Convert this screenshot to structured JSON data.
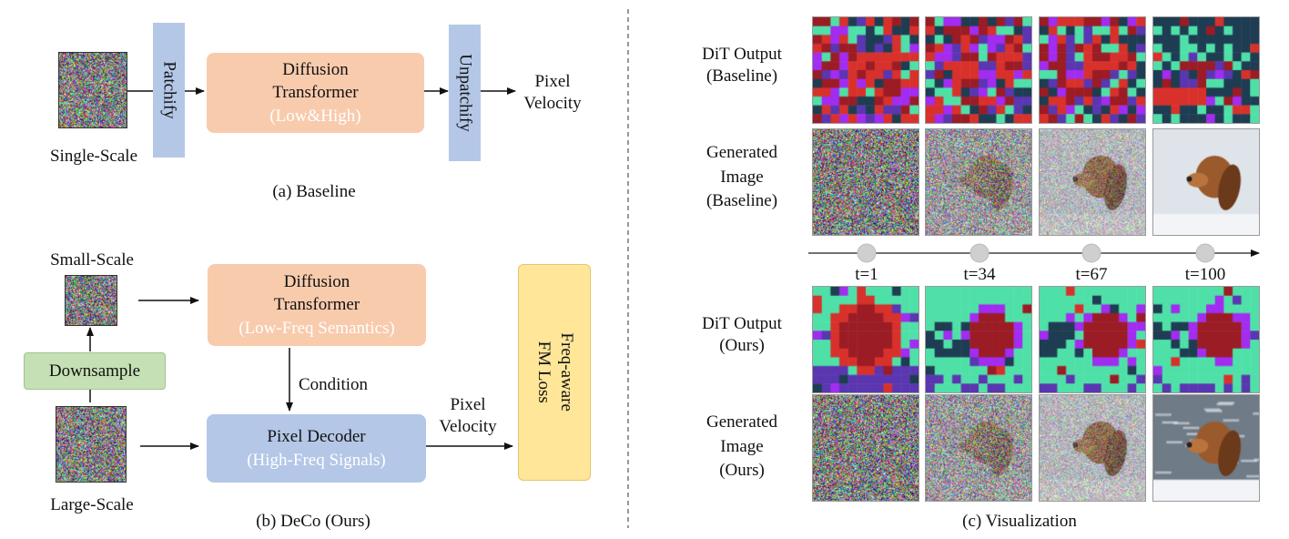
{
  "baseline": {
    "input_label": "Single-Scale",
    "patchify": "Patchify",
    "dit_title_1": "Diffusion",
    "dit_title_2": "Transformer",
    "dit_sub": "(Low&High)",
    "unpatchify": "Unpatchify",
    "output_1": "Pixel",
    "output_2": "Velocity",
    "caption": "(a) Baseline"
  },
  "deco": {
    "small_label": "Small-Scale",
    "large_label": "Large-Scale",
    "downsample": "Downsample",
    "dit_title_1": "Diffusion",
    "dit_title_2": "Transformer",
    "dit_sub": "(Low-Freq Semantics)",
    "condition": "Condition",
    "decoder_title": "Pixel Decoder",
    "decoder_sub": "(High-Freq Signals)",
    "output_1": "Pixel",
    "output_2": "Velocity",
    "loss_1": "Freq-aware",
    "loss_2": "FM Loss",
    "caption": "(b) DeCo (Ours)"
  },
  "viz": {
    "row1": [
      "DiT Output",
      "(Baseline)"
    ],
    "row2": [
      "Generated",
      "Image",
      "(Baseline)"
    ],
    "row3": [
      "DiT Output",
      "(Ours)"
    ],
    "row4": [
      "Generated",
      "Image",
      "(Ours)"
    ],
    "timesteps": [
      "t=1",
      "t=34",
      "t=67",
      "t=100"
    ],
    "caption": "(c) Visualization"
  },
  "colors": {
    "dit_box": "#f8cbad",
    "patchify_bar": "#b4c7e7",
    "decoder_box": "#b4c7e7",
    "downsample_box": "#c5e0b4",
    "loss_box": "#ffe699",
    "palette_red": "#d8312c",
    "palette_darkred": "#9b1c24",
    "palette_teal": "#4fe0a8",
    "palette_purple": "#a22cf0",
    "palette_navy": "#1e3d52",
    "palette_indigo": "#5a36b0"
  }
}
